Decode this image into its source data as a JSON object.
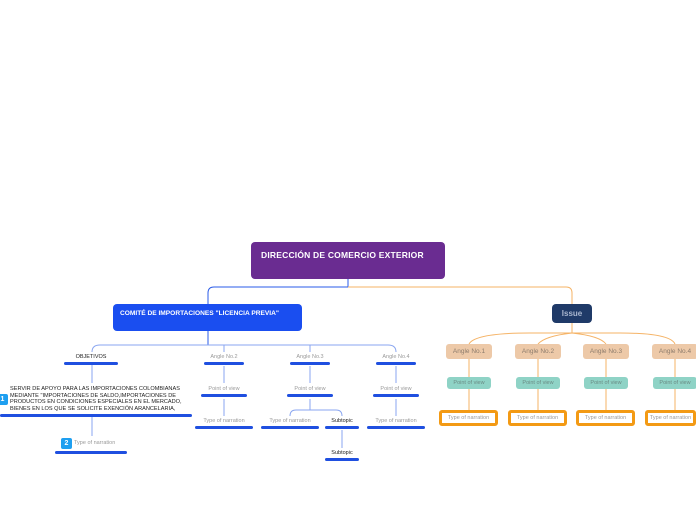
{
  "root": {
    "title": "DIRECCIÓN DE COMERCIO EXTERIOR"
  },
  "left_branch": {
    "main": "COMITÉ DE IMPORTACIONES \"LICENCIA PREVIA\"",
    "objetivos": {
      "label": "OBJETIVOS",
      "text_lines": [
        "SERVIR DE APOYO PARA LAS IMPORTACIONES COLOMBIANAS",
        "MEDIANTE \"IMPORTACIONES DE SALDO,IMPORTACIONES  DE",
        "PRODUCTOS EN CONDICIONES ESPECIALES EN EL MERCADO,",
        "BIENES EN LOS QUE SE SOLICITE EXENCIÓN ARANCELARIA,"
      ],
      "badge_1": "1",
      "badge_2": "2",
      "narration": "Type of narration"
    },
    "angle2": {
      "label": "Angle No.2",
      "pov": "Point of view",
      "narration": "Type of narration"
    },
    "angle3": {
      "label": "Angle No.3",
      "pov": "Point of view",
      "narration": "Type of narration",
      "subtopic_1": "Subtopic",
      "subtopic_2": "Subtopic"
    },
    "angle4": {
      "label": "Angle No.4",
      "pov": "Point of view",
      "narration": "Type of narration"
    }
  },
  "right_branch": {
    "issue": "Issue",
    "angles": [
      {
        "label": "Angle No.1",
        "pov": "Point of view",
        "narration": "Type of narration"
      },
      {
        "label": "Angle No.2",
        "pov": "Point of view",
        "narration": "Type of narration"
      },
      {
        "label": "Angle No.3",
        "pov": "Point of view",
        "narration": "Type of narration"
      },
      {
        "label": "Angle No.4",
        "pov": "Point of view",
        "narration": "Type of narration"
      }
    ]
  },
  "colors": {
    "root": "#6a2c91",
    "main_left": "#1a4ef0",
    "issue": "#1f3a68",
    "blue_connector": "#1f4fe0",
    "orange_connector": "#f5b366",
    "angle_fill": "#edc9a8",
    "pov_fill": "#8fd3c6",
    "narration_border": "#f39a14"
  }
}
